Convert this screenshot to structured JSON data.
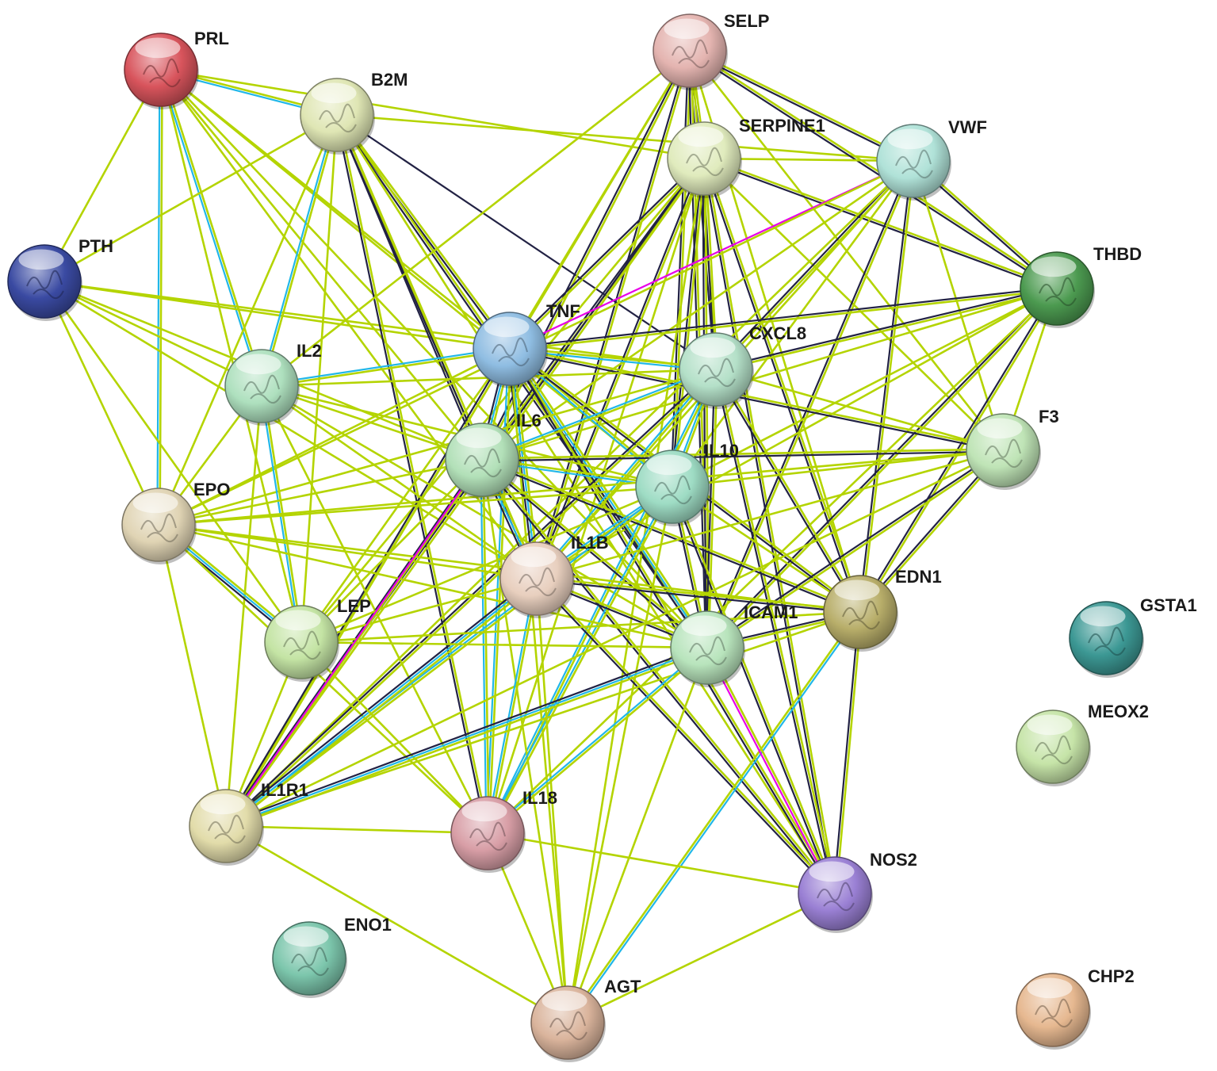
{
  "edge_colors": {
    "textmining": "#b4d400",
    "coexpression": "#222244",
    "database": "#21b7e8",
    "experimental": "#e800e8"
  },
  "nodes": [
    {
      "id": "PRL",
      "label": "PRL",
      "color": "#d8545c"
    },
    {
      "id": "B2M",
      "label": "B2M",
      "color": "#dfe6b4"
    },
    {
      "id": "PTH",
      "label": "PTH",
      "color": "#3a4aa2"
    },
    {
      "id": "SELP",
      "label": "SELP",
      "color": "#e4b4b0"
    },
    {
      "id": "SERPINE1",
      "label": "SERPINE1",
      "color": "#e0ebbd"
    },
    {
      "id": "VWF",
      "label": "VWF",
      "color": "#b0e2d8"
    },
    {
      "id": "THBD",
      "label": "THBD",
      "color": "#4c9a50"
    },
    {
      "id": "TNF",
      "label": "TNF",
      "color": "#8fbde2"
    },
    {
      "id": "CXCL8",
      "label": "CXCL8",
      "color": "#b4e0c8"
    },
    {
      "id": "IL2",
      "label": "IL2",
      "color": "#aee0be"
    },
    {
      "id": "IL6",
      "label": "IL6",
      "color": "#b2e0b8"
    },
    {
      "id": "IL10",
      "label": "IL10",
      "color": "#9edcc4"
    },
    {
      "id": "F3",
      "label": "F3",
      "color": "#bfe4b6"
    },
    {
      "id": "EPO",
      "label": "EPO",
      "color": "#e0d4b4"
    },
    {
      "id": "IL1B",
      "label": "IL1B",
      "color": "#e8cfbe"
    },
    {
      "id": "EDN1",
      "label": "EDN1",
      "color": "#b8ae6a"
    },
    {
      "id": "LEP",
      "label": "LEP",
      "color": "#c4e4a4"
    },
    {
      "id": "ICAM1",
      "label": "ICAM1",
      "color": "#b8e4bc"
    },
    {
      "id": "GSTA1",
      "label": "GSTA1",
      "color": "#3c9894"
    },
    {
      "id": "MEOX2",
      "label": "MEOX2",
      "color": "#c6e4a8"
    },
    {
      "id": "IL1R1",
      "label": "IL1R1",
      "color": "#e2dcaa"
    },
    {
      "id": "IL18",
      "label": "IL18",
      "color": "#d89ea6"
    },
    {
      "id": "NOS2",
      "label": "NOS2",
      "color": "#9a80d4"
    },
    {
      "id": "ENO1",
      "label": "ENO1",
      "color": "#7cc6ac"
    },
    {
      "id": "AGT",
      "label": "AGT",
      "color": "#dab49c"
    },
    {
      "id": "CHP2",
      "label": "CHP2",
      "color": "#e6b890"
    }
  ],
  "edges": [
    [
      "PRL",
      "PTH",
      [
        "textmining"
      ]
    ],
    [
      "PRL",
      "B2M",
      [
        "textmining",
        "database"
      ]
    ],
    [
      "PRL",
      "EPO",
      [
        "textmining",
        "database"
      ]
    ],
    [
      "PRL",
      "IL2",
      [
        "textmining",
        "database"
      ]
    ],
    [
      "PRL",
      "TNF",
      [
        "textmining"
      ]
    ],
    [
      "PRL",
      "IL6",
      [
        "textmining"
      ]
    ],
    [
      "PRL",
      "IL10",
      [
        "textmining"
      ]
    ],
    [
      "PRL",
      "ICAM1",
      [
        "textmining"
      ]
    ],
    [
      "PRL",
      "LEP",
      [
        "textmining"
      ]
    ],
    [
      "PRL",
      "IL1B",
      [
        "textmining"
      ]
    ],
    [
      "PRL",
      "SERPINE1",
      [
        "textmining"
      ]
    ],
    [
      "PTH",
      "B2M",
      [
        "textmining"
      ]
    ],
    [
      "PTH",
      "EPO",
      [
        "textmining"
      ]
    ],
    [
      "PTH",
      "IL2",
      [
        "textmining"
      ]
    ],
    [
      "PTH",
      "TNF",
      [
        "textmining"
      ]
    ],
    [
      "PTH",
      "IL6",
      [
        "textmining"
      ]
    ],
    [
      "PTH",
      "IL1B",
      [
        "textmining"
      ]
    ],
    [
      "PTH",
      "LEP",
      [
        "textmining"
      ]
    ],
    [
      "PTH",
      "CXCL8",
      [
        "textmining"
      ]
    ],
    [
      "B2M",
      "IL2",
      [
        "textmining",
        "database"
      ]
    ],
    [
      "B2M",
      "TNF",
      [
        "textmining",
        "coexpression"
      ]
    ],
    [
      "B2M",
      "IL6",
      [
        "textmining",
        "coexpression"
      ]
    ],
    [
      "B2M",
      "IL1B",
      [
        "textmining",
        "coexpression"
      ]
    ],
    [
      "B2M",
      "ICAM1",
      [
        "textmining",
        "coexpression"
      ]
    ],
    [
      "B2M",
      "IL18",
      [
        "textmining",
        "coexpression"
      ]
    ],
    [
      "B2M",
      "CXCL8",
      [
        "coexpression"
      ]
    ],
    [
      "B2M",
      "NOS2",
      [
        "textmining"
      ]
    ],
    [
      "B2M",
      "EPO",
      [
        "textmining"
      ]
    ],
    [
      "B2M",
      "LEP",
      [
        "textmining"
      ]
    ],
    [
      "B2M",
      "VWF",
      [
        "textmining"
      ]
    ],
    [
      "SELP",
      "SERPINE1",
      [
        "textmining",
        "coexpression"
      ]
    ],
    [
      "SELP",
      "VWF",
      [
        "textmining",
        "coexpression"
      ]
    ],
    [
      "SELP",
      "THBD",
      [
        "textmining",
        "coexpression"
      ]
    ],
    [
      "SELP",
      "TNF",
      [
        "textmining"
      ]
    ],
    [
      "SELP",
      "CXCL8",
      [
        "textmining",
        "coexpression"
      ]
    ],
    [
      "SELP",
      "IL6",
      [
        "textmining",
        "coexpression"
      ]
    ],
    [
      "SELP",
      "IL10",
      [
        "textmining",
        "coexpression"
      ]
    ],
    [
      "SELP",
      "IL1B",
      [
        "textmining",
        "coexpression"
      ]
    ],
    [
      "SELP",
      "ICAM1",
      [
        "textmining",
        "coexpression"
      ]
    ],
    [
      "SELP",
      "F3",
      [
        "textmining"
      ]
    ],
    [
      "SELP",
      "EDN1",
      [
        "textmining"
      ]
    ],
    [
      "SELP",
      "IL2",
      [
        "textmining"
      ]
    ],
    [
      "SELP",
      "IL1R1",
      [
        "textmining"
      ]
    ],
    [
      "SERPINE1",
      "VWF",
      [
        "textmining"
      ]
    ],
    [
      "SERPINE1",
      "THBD",
      [
        "textmining",
        "coexpression"
      ]
    ],
    [
      "SERPINE1",
      "TNF",
      [
        "textmining",
        "coexpression"
      ]
    ],
    [
      "SERPINE1",
      "CXCL8",
      [
        "textmining",
        "coexpression"
      ]
    ],
    [
      "SERPINE1",
      "IL6",
      [
        "textmining",
        "coexpression"
      ]
    ],
    [
      "SERPINE1",
      "IL10",
      [
        "textmining",
        "coexpression"
      ]
    ],
    [
      "SERPINE1",
      "IL1B",
      [
        "textmining",
        "coexpression"
      ]
    ],
    [
      "SERPINE1",
      "ICAM1",
      [
        "textmining",
        "coexpression"
      ]
    ],
    [
      "SERPINE1",
      "EDN1",
      [
        "textmining",
        "coexpression"
      ]
    ],
    [
      "SERPINE1",
      "F3",
      [
        "textmining"
      ]
    ],
    [
      "SERPINE1",
      "NOS2",
      [
        "textmining",
        "coexpression"
      ]
    ],
    [
      "SERPINE1",
      "IL18",
      [
        "textmining"
      ]
    ],
    [
      "SERPINE1",
      "IL1R1",
      [
        "textmining",
        "coexpression"
      ]
    ],
    [
      "SERPINE1",
      "LEP",
      [
        "textmining"
      ]
    ],
    [
      "SERPINE1",
      "AGT",
      [
        "textmining"
      ]
    ],
    [
      "VWF",
      "THBD",
      [
        "textmining",
        "coexpression"
      ]
    ],
    [
      "VWF",
      "TNF",
      [
        "experimental"
      ]
    ],
    [
      "VWF",
      "CXCL8",
      [
        "textmining",
        "coexpression"
      ]
    ],
    [
      "VWF",
      "IL6",
      [
        "textmining"
      ]
    ],
    [
      "VWF",
      "IL10",
      [
        "textmining"
      ]
    ],
    [
      "VWF",
      "IL1B",
      [
        "textmining"
      ]
    ],
    [
      "VWF",
      "ICAM1",
      [
        "textmining",
        "coexpression"
      ]
    ],
    [
      "VWF",
      "EDN1",
      [
        "textmining",
        "coexpression"
      ]
    ],
    [
      "VWF",
      "F3",
      [
        "textmining"
      ]
    ],
    [
      "VWF",
      "EPO",
      [
        "textmining"
      ]
    ],
    [
      "VWF",
      "IL1R1",
      [
        "textmining"
      ]
    ],
    [
      "THBD",
      "TNF",
      [
        "textmining",
        "coexpression"
      ]
    ],
    [
      "THBD",
      "CXCL8",
      [
        "textmining",
        "coexpression"
      ]
    ],
    [
      "THBD",
      "IL6",
      [
        "textmining"
      ]
    ],
    [
      "THBD",
      "IL10",
      [
        "textmining"
      ]
    ],
    [
      "THBD",
      "IL1B",
      [
        "textmining"
      ]
    ],
    [
      "THBD",
      "ICAM1",
      [
        "textmining",
        "coexpression"
      ]
    ],
    [
      "THBD",
      "EDN1",
      [
        "textmining",
        "coexpression"
      ]
    ],
    [
      "THBD",
      "F3",
      [
        "textmining"
      ]
    ],
    [
      "THBD",
      "IL18",
      [
        "textmining"
      ]
    ],
    [
      "TNF",
      "IL2",
      [
        "textmining",
        "database"
      ]
    ],
    [
      "TNF",
      "IL6",
      [
        "textmining",
        "database",
        "coexpression"
      ]
    ],
    [
      "TNF",
      "IL10",
      [
        "textmining",
        "database"
      ]
    ],
    [
      "TNF",
      "CXCL8",
      [
        "textmining",
        "database"
      ]
    ],
    [
      "TNF",
      "IL1B",
      [
        "textmining",
        "database",
        "coexpression"
      ]
    ],
    [
      "TNF",
      "ICAM1",
      [
        "textmining",
        "database",
        "coexpression"
      ]
    ],
    [
      "TNF",
      "EDN1",
      [
        "textmining",
        "coexpression"
      ]
    ],
    [
      "TNF",
      "F3",
      [
        "textmining",
        "coexpression"
      ]
    ],
    [
      "TNF",
      "NOS2",
      [
        "textmining",
        "coexpression"
      ]
    ],
    [
      "TNF",
      "IL18",
      [
        "textmining",
        "database"
      ]
    ],
    [
      "TNF",
      "IL1R1",
      [
        "textmining",
        "coexpression"
      ]
    ],
    [
      "TNF",
      "LEP",
      [
        "textmining"
      ]
    ],
    [
      "TNF",
      "EPO",
      [
        "textmining"
      ]
    ],
    [
      "TNF",
      "AGT",
      [
        "textmining"
      ]
    ],
    [
      "CXCL8",
      "IL6",
      [
        "textmining",
        "database"
      ]
    ],
    [
      "CXCL8",
      "IL10",
      [
        "textmining",
        "database"
      ]
    ],
    [
      "CXCL8",
      "IL1B",
      [
        "textmining",
        "database"
      ]
    ],
    [
      "CXCL8",
      "ICAM1",
      [
        "textmining",
        "coexpression"
      ]
    ],
    [
      "CXCL8",
      "EDN1",
      [
        "textmining",
        "coexpression"
      ]
    ],
    [
      "CXCL8",
      "F3",
      [
        "textmining"
      ]
    ],
    [
      "CXCL8",
      "NOS2",
      [
        "textmining",
        "coexpression"
      ]
    ],
    [
      "CXCL8",
      "IL18",
      [
        "textmining",
        "database"
      ]
    ],
    [
      "CXCL8",
      "IL1R1",
      [
        "textmining",
        "coexpression"
      ]
    ],
    [
      "CXCL8",
      "IL2",
      [
        "textmining"
      ]
    ],
    [
      "CXCL8",
      "EPO",
      [
        "textmining"
      ]
    ],
    [
      "IL2",
      "IL6",
      [
        "textmining"
      ]
    ],
    [
      "IL2",
      "IL10",
      [
        "textmining"
      ]
    ],
    [
      "IL2",
      "IL1B",
      [
        "textmining"
      ]
    ],
    [
      "IL2",
      "LEP",
      [
        "textmining",
        "database"
      ]
    ],
    [
      "IL2",
      "EPO",
      [
        "textmining"
      ]
    ],
    [
      "IL2",
      "ICAM1",
      [
        "textmining"
      ]
    ],
    [
      "IL2",
      "IL18",
      [
        "textmining"
      ]
    ],
    [
      "IL2",
      "IL1R1",
      [
        "textmining"
      ]
    ],
    [
      "IL6",
      "IL10",
      [
        "textmining",
        "database"
      ]
    ],
    [
      "IL6",
      "IL1B",
      [
        "textmining",
        "database",
        "coexpression"
      ]
    ],
    [
      "IL6",
      "ICAM1",
      [
        "textmining",
        "coexpression"
      ]
    ],
    [
      "IL6",
      "EDN1",
      [
        "textmining",
        "coexpression"
      ]
    ],
    [
      "IL6",
      "F3",
      [
        "textmining",
        "coexpression"
      ]
    ],
    [
      "IL6",
      "NOS2",
      [
        "textmining",
        "coexpression"
      ]
    ],
    [
      "IL6",
      "IL18",
      [
        "textmining",
        "database"
      ]
    ],
    [
      "IL6",
      "IL1R1",
      [
        "textmining",
        "coexpression"
      ]
    ],
    [
      "IL6",
      "LEP",
      [
        "textmining"
      ]
    ],
    [
      "IL6",
      "EPO",
      [
        "textmining"
      ]
    ],
    [
      "IL6",
      "AGT",
      [
        "textmining"
      ]
    ],
    [
      "IL10",
      "IL1B",
      [
        "textmining",
        "database"
      ]
    ],
    [
      "IL10",
      "ICAM1",
      [
        "textmining",
        "coexpression"
      ]
    ],
    [
      "IL10",
      "EDN1",
      [
        "textmining"
      ]
    ],
    [
      "IL10",
      "F3",
      [
        "textmining"
      ]
    ],
    [
      "IL10",
      "NOS2",
      [
        "textmining",
        "coexpression"
      ]
    ],
    [
      "IL10",
      "IL18",
      [
        "textmining",
        "database"
      ]
    ],
    [
      "IL10",
      "IL1R1",
      [
        "textmining",
        "database"
      ]
    ],
    [
      "IL10",
      "LEP",
      [
        "textmining"
      ]
    ],
    [
      "IL10",
      "EPO",
      [
        "textmining"
      ]
    ],
    [
      "IL10",
      "AGT",
      [
        "textmining"
      ]
    ],
    [
      "F3",
      "ICAM1",
      [
        "textmining",
        "coexpression"
      ]
    ],
    [
      "F3",
      "EDN1",
      [
        "textmining",
        "coexpression"
      ]
    ],
    [
      "F3",
      "IL1B",
      [
        "textmining"
      ]
    ],
    [
      "F3",
      "IL1R1",
      [
        "textmining"
      ]
    ],
    [
      "F3",
      "EPO",
      [
        "textmining"
      ]
    ],
    [
      "EPO",
      "IL1B",
      [
        "textmining"
      ]
    ],
    [
      "EPO",
      "LEP",
      [
        "textmining",
        "database",
        "coexpression"
      ]
    ],
    [
      "EPO",
      "ICAM1",
      [
        "textmining"
      ]
    ],
    [
      "EPO",
      "EDN1",
      [
        "textmining"
      ]
    ],
    [
      "EPO",
      "IL18",
      [
        "textmining"
      ]
    ],
    [
      "IL1B",
      "ICAM1",
      [
        "textmining",
        "coexpression"
      ]
    ],
    [
      "IL1B",
      "EDN1",
      [
        "textmining",
        "coexpression"
      ]
    ],
    [
      "IL1B",
      "NOS2",
      [
        "textmining",
        "coexpression"
      ]
    ],
    [
      "IL1B",
      "IL18",
      [
        "textmining",
        "database"
      ]
    ],
    [
      "IL1B",
      "IL1R1",
      [
        "textmining",
        "database",
        "coexpression"
      ]
    ],
    [
      "IL1B",
      "LEP",
      [
        "textmining"
      ]
    ],
    [
      "IL1B",
      "AGT",
      [
        "textmining"
      ]
    ],
    [
      "EDN1",
      "ICAM1",
      [
        "textmining",
        "coexpression"
      ]
    ],
    [
      "EDN1",
      "NOS2",
      [
        "textmining",
        "coexpression"
      ]
    ],
    [
      "EDN1",
      "AGT",
      [
        "database",
        "textmining"
      ]
    ],
    [
      "EDN1",
      "IL1R1",
      [
        "textmining"
      ]
    ],
    [
      "EDN1",
      "LEP",
      [
        "textmining"
      ]
    ],
    [
      "LEP",
      "ICAM1",
      [
        "textmining"
      ]
    ],
    [
      "LEP",
      "IL1R1",
      [
        "textmining"
      ]
    ],
    [
      "LEP",
      "IL18",
      [
        "textmining"
      ]
    ],
    [
      "ICAM1",
      "NOS2",
      [
        "textmining",
        "experimental"
      ]
    ],
    [
      "ICAM1",
      "IL18",
      [
        "textmining",
        "database"
      ]
    ],
    [
      "ICAM1",
      "IL1R1",
      [
        "textmining",
        "database",
        "coexpression"
      ]
    ],
    [
      "ICAM1",
      "AGT",
      [
        "textmining"
      ]
    ],
    [
      "IL1R1",
      "IL18",
      [
        "textmining"
      ]
    ],
    [
      "IL1R1",
      "EPO",
      [
        "textmining"
      ]
    ],
    [
      "IL18",
      "NOS2",
      [
        "textmining"
      ]
    ],
    [
      "IL18",
      "AGT",
      [
        "textmining"
      ]
    ],
    [
      "IL6",
      "IL1R1",
      [
        "experimental"
      ]
    ],
    [
      "NOS2",
      "AGT",
      [
        "textmining"
      ]
    ],
    [
      "IL1R1",
      "AGT",
      [
        "textmining"
      ]
    ]
  ]
}
